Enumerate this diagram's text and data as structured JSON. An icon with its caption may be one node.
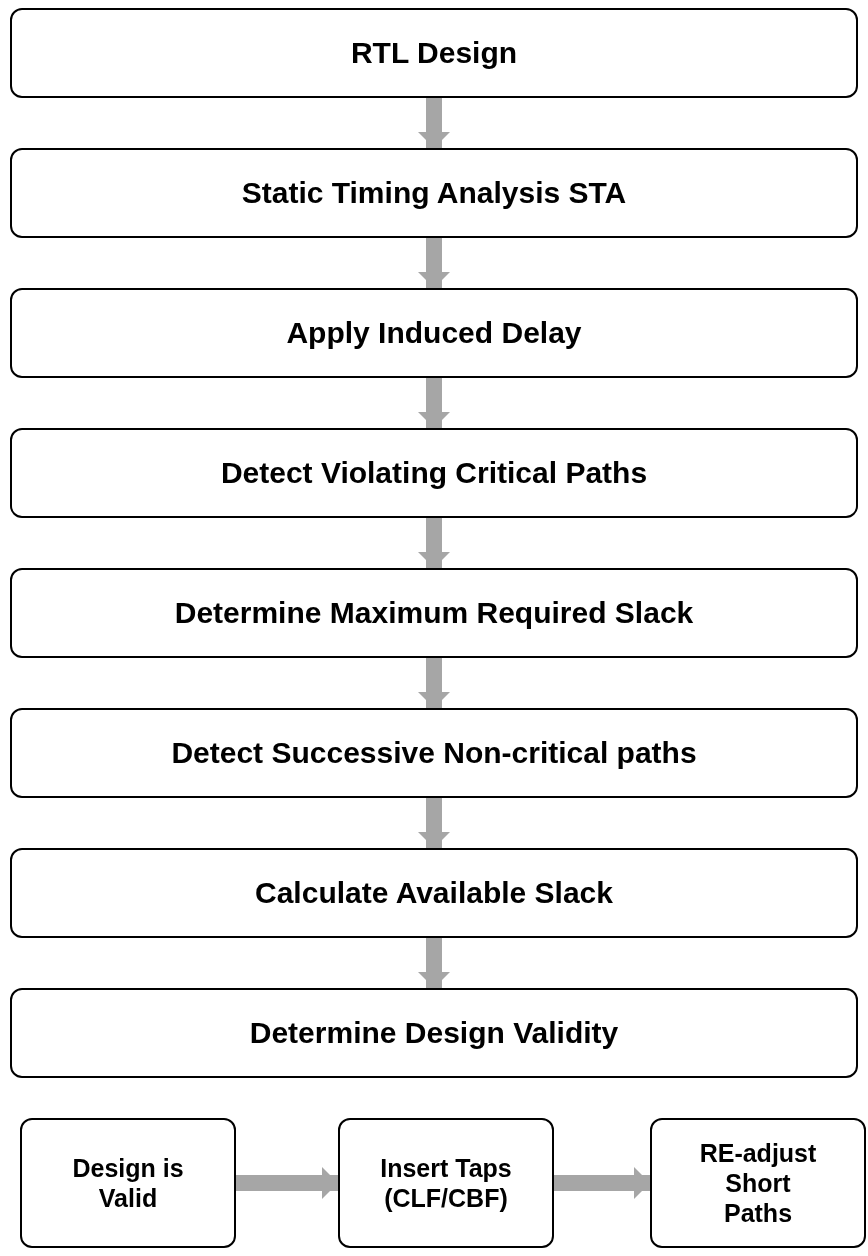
{
  "diagram": {
    "nodes": [
      {
        "text": [
          "RTL Design"
        ]
      },
      {
        "text": [
          "Static Timing Analysis STA"
        ]
      },
      {
        "text": [
          "Apply Induced Delay"
        ]
      },
      {
        "text": [
          "Detect Violating Critical Paths"
        ]
      },
      {
        "text": [
          "Determine Maximum Required Slack"
        ]
      },
      {
        "text": [
          "Detect Successive Non-critical paths"
        ]
      },
      {
        "text": [
          "Calculate Available Slack"
        ]
      },
      {
        "text": [
          "Determine Design Validity"
        ]
      },
      {
        "text": [
          "Design is Valid"
        ]
      },
      {
        "text": [
          "Insert Taps (CLF/CBF)"
        ]
      },
      {
        "text": [
          "RE-adjust Short Paths"
        ]
      }
    ],
    "edges": [
      {
        "from": 0,
        "to": 1,
        "arrow": "to"
      },
      {
        "from": 1,
        "to": 2,
        "arrow": "to"
      },
      {
        "from": 2,
        "to": 3,
        "arrow": "to"
      },
      {
        "from": 3,
        "to": 4,
        "arrow": "to"
      },
      {
        "from": 4,
        "to": 5,
        "arrow": "to"
      },
      {
        "from": 5,
        "to": 6,
        "arrow": "to"
      },
      {
        "from": 6,
        "to": 7,
        "arrow": "to"
      },
      {
        "from": 8,
        "to": 9,
        "arrow": "to"
      },
      {
        "from": 9,
        "to": 10,
        "arrow": "to"
      }
    ]
  }
}
